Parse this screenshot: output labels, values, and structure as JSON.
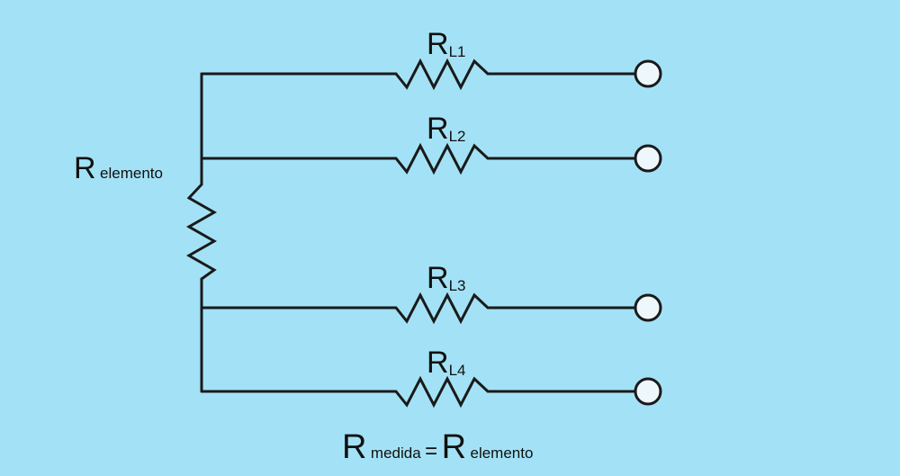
{
  "diagram": {
    "background_color": "#a3e2f6",
    "line_color": "#1a1a1a",
    "terminal_fill": "#eef8fc",
    "element_resistor": {
      "symbol": "R",
      "subscript": "elemento"
    },
    "lead_resistors": [
      {
        "symbol": "R",
        "subscript": "L1"
      },
      {
        "symbol": "R",
        "subscript": "L2"
      },
      {
        "symbol": "R",
        "subscript": "L3"
      },
      {
        "symbol": "R",
        "subscript": "L4"
      }
    ],
    "terminals": [
      "terminal-1",
      "terminal-2",
      "terminal-3",
      "terminal-4"
    ],
    "equation": {
      "lhs_symbol": "R",
      "lhs_subscript": "medida",
      "equals": "=",
      "rhs_symbol": "R",
      "rhs_subscript": "elemento"
    }
  }
}
